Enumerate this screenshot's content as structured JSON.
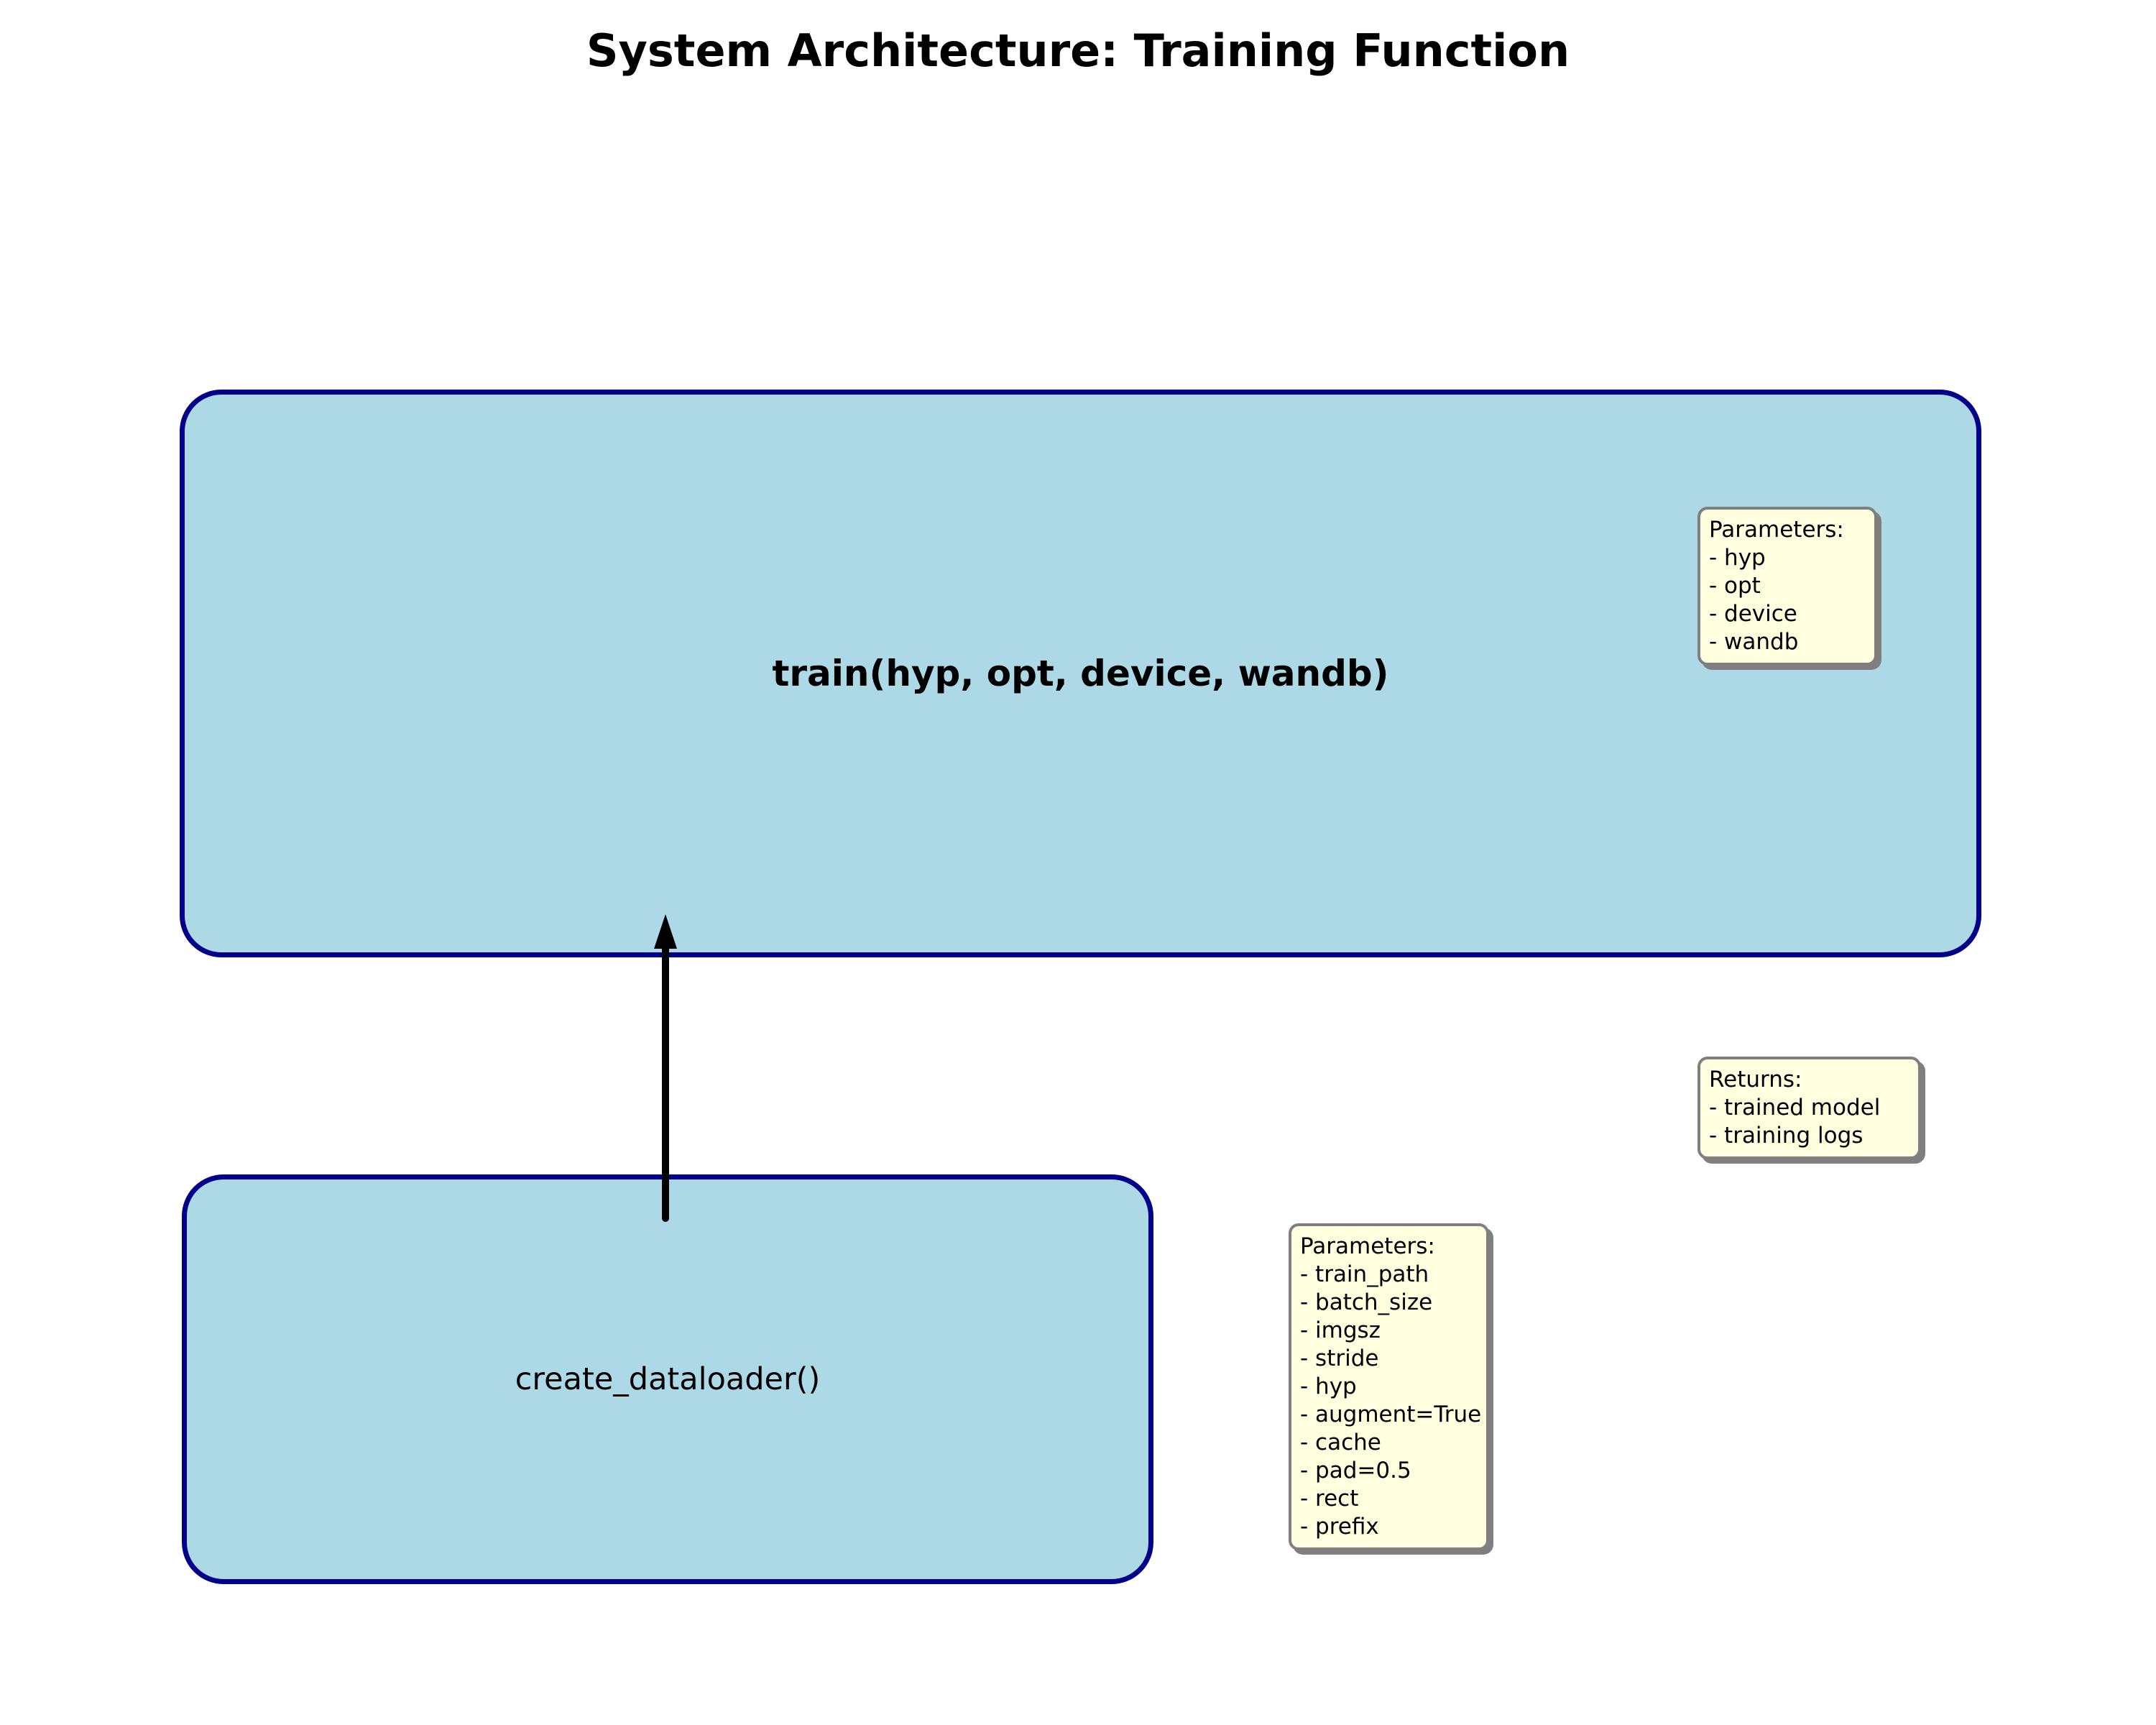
{
  "title": "System Architecture: Training Function",
  "nodes": {
    "train": {
      "label": "train(hyp, opt, device, wandb)"
    },
    "create_dataloader": {
      "label": "create_dataloader()"
    }
  },
  "notes": {
    "train_parameters": {
      "text": "Parameters:\n- hyp\n- opt\n- device\n- wandb"
    },
    "train_returns": {
      "text": "Returns:\n- trained model\n- training logs"
    },
    "dataloader_parameters": {
      "text": "Parameters:\n- train_path\n- batch_size\n- imgsz\n- stride\n- hyp\n- augment=True\n- cache\n- pad=0.5\n- rect\n- prefix"
    }
  },
  "edges": [
    {
      "from": "create_dataloader()",
      "to": "train(hyp, opt, device, wandb)",
      "direction": "up",
      "style": "solid-arrow"
    }
  ],
  "colors": {
    "background": "#FFFFFF",
    "node_fill": "#ADD8E6",
    "node_border": "#00008B",
    "note_fill": "#FFFFE0",
    "note_border": "#7F7F7F",
    "arrow": "#000000",
    "text": "#000000"
  }
}
